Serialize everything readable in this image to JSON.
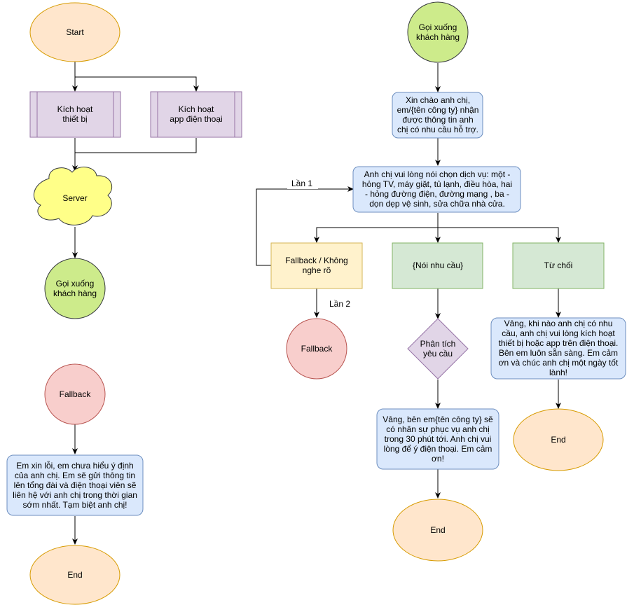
{
  "colors": {
    "terminal": "#ffe6cc",
    "terminal_stroke": "#d79b00",
    "subprocess": "#e1d5e7",
    "subprocess_stroke": "#9673a6",
    "cloud": "#ffff88",
    "cloud_stroke": "#36393d",
    "call": "#cdeb8b",
    "call_stroke": "#36393d",
    "message": "#dae8fc",
    "message_stroke": "#6c8ebf",
    "fallback": "#f8cecc",
    "fallback_stroke": "#b85450",
    "unclear": "#fff2cc",
    "unclear_stroke": "#d6b656",
    "green": "#d5e8d4",
    "green_stroke": "#82b366",
    "edge": "#000000"
  },
  "nodes": {
    "start": [
      "Start"
    ],
    "activate_device": [
      "Kích hoạt",
      "thiết bị"
    ],
    "activate_app": [
      "Kích hoạt",
      "app điện thoại"
    ],
    "server": [
      "Server"
    ],
    "call_left": [
      "Gọi xuống",
      "khách hàng"
    ],
    "fallback_left": [
      "Fallback"
    ],
    "apology": [
      "Em xin lỗi, em chưa hiểu ý định",
      "của anh chị. Em sẽ gửi thông tin",
      "lên tổng đài và điện thoại viên sẽ",
      "liên hệ với anh chị trong thời gian",
      "sớm nhất. Tạm biệt anh chị!"
    ],
    "end_left": [
      "End"
    ],
    "call_right": [
      "Gọi xuống",
      "khách hàng"
    ],
    "greeting": [
      "Xin chào anh chị,",
      "em/{tên công ty} nhận",
      "được thông tin anh",
      "chị có nhu cầu hỗ trợ."
    ],
    "menu": [
      "Anh chị vui lòng nói chọn dịch vụ: một -",
      "hỏng TV, máy giặt, tủ lạnh, điều hòa, hai",
      "- hỏng đường điện, đường mạng , ba -",
      "dọn dẹp vệ sinh, sửa chữa nhà cửa."
    ],
    "unclear": [
      "Fallback / Không",
      "nghe rõ"
    ],
    "need": [
      "{Nói nhu cầu}"
    ],
    "refuse": [
      "Từ chối"
    ],
    "fallback_mid": [
      "Fallback"
    ],
    "analyze": [
      "Phân tích",
      "yêu cầu"
    ],
    "confirm": [
      "Vâng, bên em{tên công ty} sẽ",
      "có nhân sự phục vụ anh chị",
      "trong 30 phút tới. Anh chị vui",
      "lòng để ý điện thoại. Em cảm",
      "ơn!"
    ],
    "end_mid": [
      "End"
    ],
    "goodbye": [
      "Vâng, khi nào anh chị có nhu",
      "cầu, anh chị vui lòng kích hoạt",
      "thiết bị hoặc app trên điện thoại.",
      "Bên em luôn sẵn sàng. Em cảm",
      "ơn và chúc anh chị một ngày tốt",
      "lành!"
    ],
    "end_right": [
      "End"
    ]
  },
  "edge_labels": {
    "lan1": "Lần 1",
    "lan2": "Lần 2"
  }
}
